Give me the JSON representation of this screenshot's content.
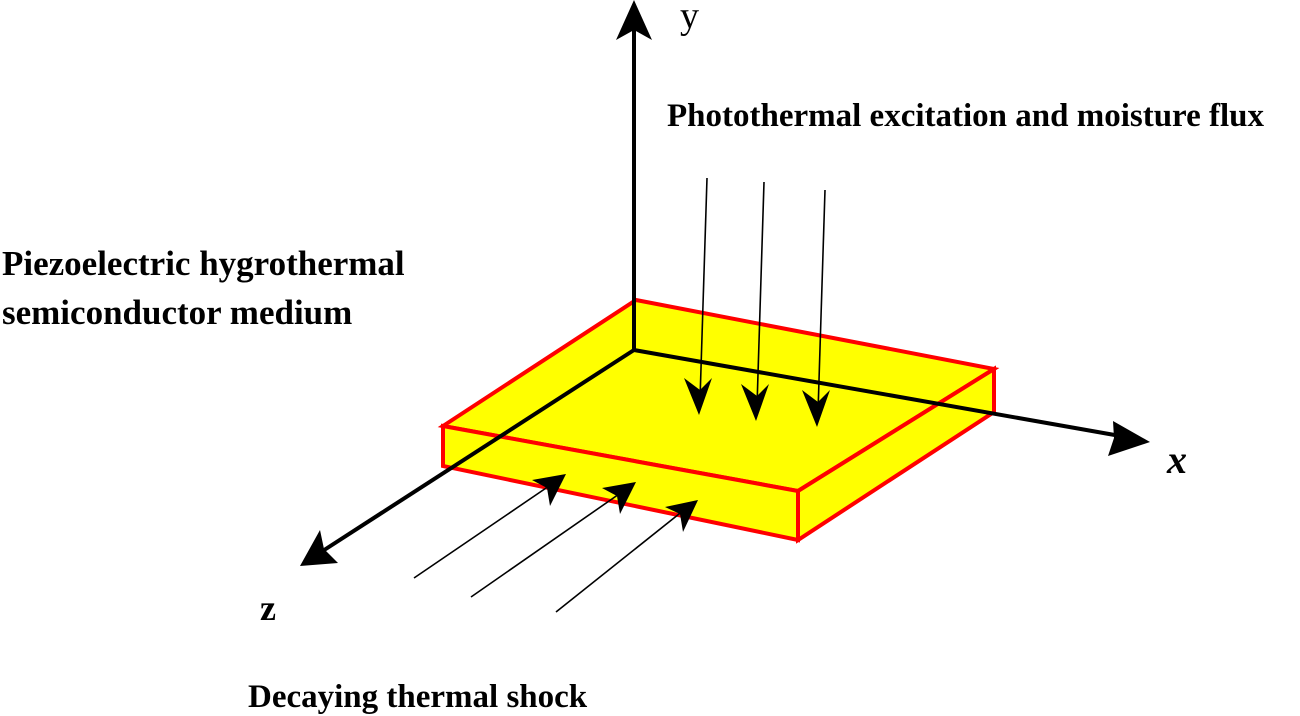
{
  "axes": {
    "y_label": "y",
    "x_label": "x",
    "z_label": "z"
  },
  "labels": {
    "top_excitation": "Photothermal excitation and moisture flux",
    "medium_line1": "Piezoelectric hygrothermal",
    "medium_line2": "semiconductor medium",
    "bottom_shock": "Decaying thermal shock"
  },
  "colors": {
    "plate_fill": "#ffff00",
    "plate_edge": "#ff0000",
    "axis": "#000000",
    "arrow": "#000000"
  }
}
